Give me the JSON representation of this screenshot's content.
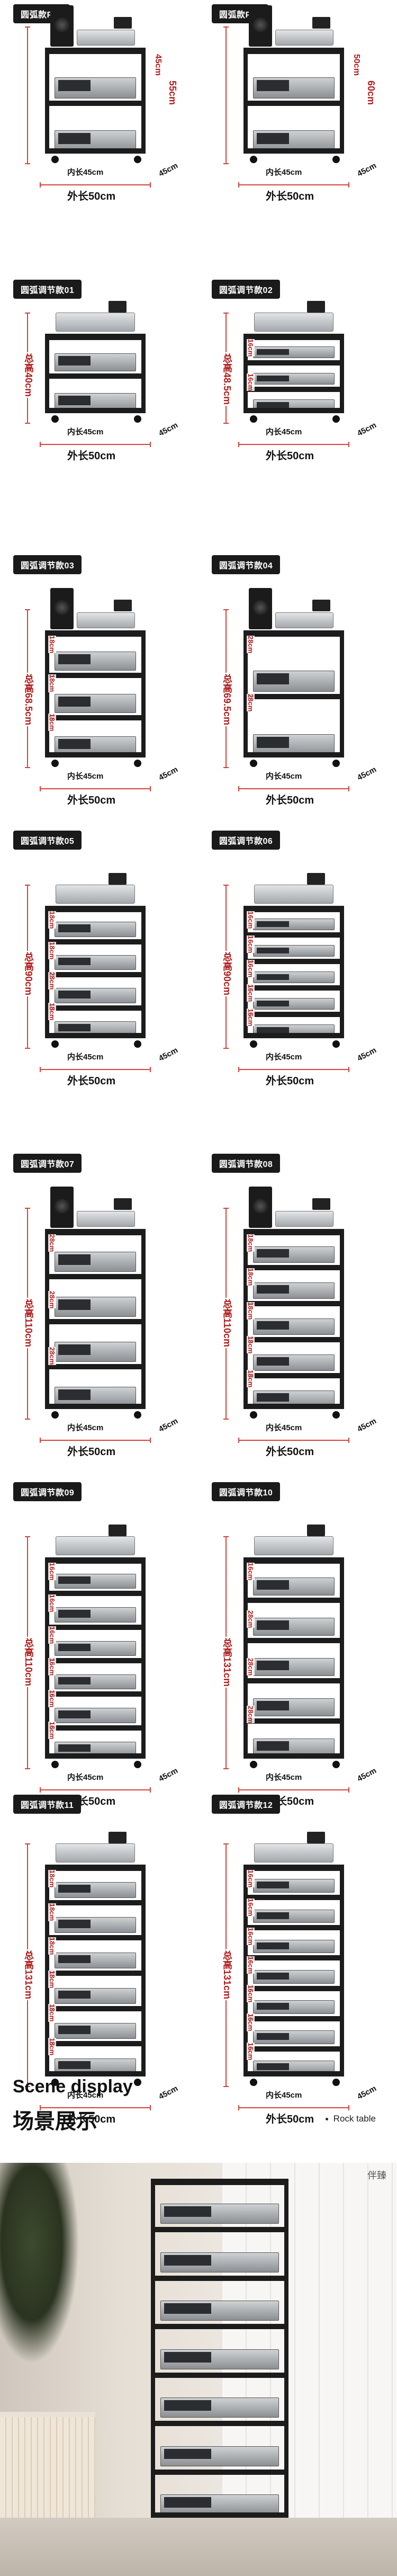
{
  "panels": [
    {
      "tag": "圆弧款P11",
      "height": "55cm",
      "inner_height": "45cm",
      "inner_length": "内长45cm",
      "outer_length": "外长50cm",
      "depth": "45cm",
      "shelf_heights": []
    },
    {
      "tag": "圆弧款P12",
      "height": "60cm",
      "inner_height": "50cm",
      "inner_length": "内长45cm",
      "outer_length": "外长50cm",
      "depth": "45cm",
      "shelf_heights": []
    },
    {
      "tag": "圆弧调节款01",
      "height": "总高40cm",
      "inner_length": "内长45cm",
      "outer_length": "外长50cm",
      "depth": "45cm",
      "shelf_heights": []
    },
    {
      "tag": "圆弧调节款02",
      "height": "总高48.5cm",
      "inner_length": "内长45cm",
      "outer_length": "外长50cm",
      "depth": "45cm",
      "shelf_heights": [
        "16cm",
        "16cm"
      ]
    },
    {
      "tag": "圆弧调节款03",
      "height": "总高68.5cm",
      "inner_length": "内长45cm",
      "outer_length": "外长50cm",
      "depth": "45cm",
      "shelf_heights": [
        "18cm",
        "18cm",
        "18cm"
      ]
    },
    {
      "tag": "圆弧调节款04",
      "height": "总高69.5cm",
      "inner_length": "内长45cm",
      "outer_length": "外长50cm",
      "depth": "45cm",
      "shelf_heights": [
        "28cm",
        "28cm"
      ]
    },
    {
      "tag": "圆弧调节款05",
      "height": "总高90cm",
      "inner_length": "内长45cm",
      "outer_length": "外长50cm",
      "depth": "45cm",
      "shelf_heights": [
        "18cm",
        "18cm",
        "28cm",
        "18cm"
      ]
    },
    {
      "tag": "圆弧调节款06",
      "height": "总高90cm",
      "inner_length": "内长45cm",
      "outer_length": "外长50cm",
      "depth": "45cm",
      "shelf_heights": [
        "16cm",
        "16cm",
        "16cm",
        "16cm",
        "16cm"
      ]
    },
    {
      "tag": "圆弧调节款07",
      "height": "总高110cm",
      "inner_length": "内长45cm",
      "outer_length": "外长50cm",
      "depth": "45cm",
      "shelf_heights": [
        "28cm",
        "28cm",
        "28cm"
      ]
    },
    {
      "tag": "圆弧调节款08",
      "height": "总高110cm",
      "inner_length": "内长45cm",
      "outer_length": "外长50cm",
      "depth": "45cm",
      "shelf_heights": [
        "18cm",
        "18cm",
        "18cm",
        "18cm",
        "18cm"
      ]
    },
    {
      "tag": "圆弧调节款09",
      "height": "总高110cm",
      "inner_length": "内长45cm",
      "outer_length": "外长50cm",
      "depth": "45cm",
      "shelf_heights": [
        "16cm",
        "16cm",
        "16cm",
        "16cm",
        "16cm",
        "16cm"
      ]
    },
    {
      "tag": "圆弧调节款10",
      "height": "总高131cm",
      "inner_length": "内长45cm",
      "outer_length": "外长50cm",
      "depth": "45cm",
      "shelf_heights": [
        "16cm",
        "28cm",
        "28cm",
        "28cm"
      ]
    },
    {
      "tag": "圆弧调节款11",
      "height": "总高131cm",
      "inner_length": "内长45cm",
      "outer_length": "外长50cm",
      "depth": "45cm",
      "shelf_heights": [
        "18cm",
        "18cm",
        "18cm",
        "18cm",
        "18cm",
        "18cm"
      ]
    },
    {
      "tag": "圆弧调节款12",
      "height": "总高131cm",
      "inner_length": "内长45cm",
      "outer_length": "外长50cm",
      "depth": "45cm",
      "shelf_heights": [
        "16cm",
        "16cm",
        "16cm",
        "16cm",
        "16cm",
        "16cm",
        "16cm"
      ]
    }
  ],
  "scene": {
    "title_en": "Scene display",
    "title_cn": "场景展示",
    "tag": "Rock table",
    "watermark": "伴臻"
  },
  "colors": {
    "accent_red": "#d6413b",
    "rack_black": "#1c1c1c",
    "tag_bg": "#1a1a1a"
  }
}
